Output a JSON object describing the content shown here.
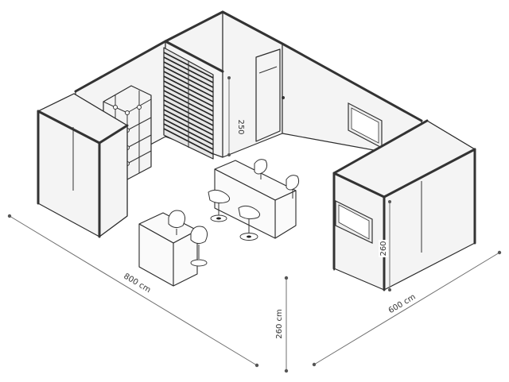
{
  "diagram": {
    "dimensions": {
      "width_label": "800 cm",
      "depth_label": "600 cm",
      "height_label": "260 cm",
      "wall_height_label": "250",
      "right_wall_height_label": "260"
    },
    "colors": {
      "line": "#2b2b2b",
      "dimension": "#6f6f6f",
      "background": "#ffffff"
    }
  }
}
